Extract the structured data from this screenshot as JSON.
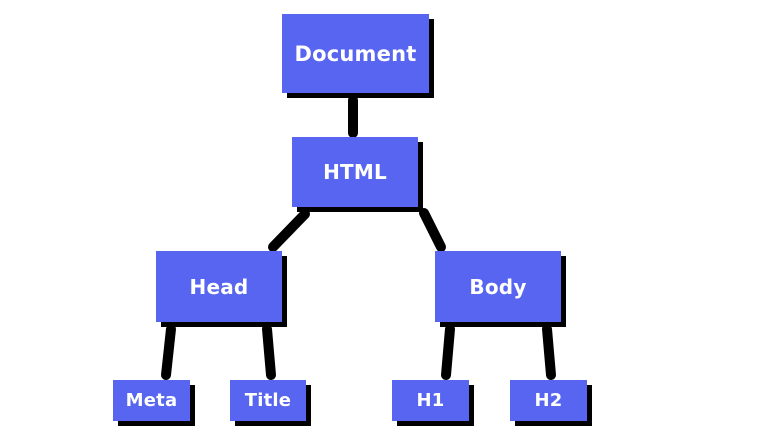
{
  "diagram": {
    "nodes": {
      "document": "Document",
      "html": "HTML",
      "head": "Head",
      "body": "Body",
      "meta": "Meta",
      "title": "Title",
      "h1": "H1",
      "h2": "H2"
    },
    "edges": [
      [
        "document",
        "html"
      ],
      [
        "html",
        "head"
      ],
      [
        "html",
        "body"
      ],
      [
        "head",
        "meta"
      ],
      [
        "head",
        "title"
      ],
      [
        "body",
        "h1"
      ],
      [
        "body",
        "h2"
      ]
    ],
    "colors": {
      "node_fill": "#5765f0",
      "node_text": "#ffffff",
      "connector": "#000000",
      "shadow": "#000000",
      "background": "#ffffff"
    }
  }
}
